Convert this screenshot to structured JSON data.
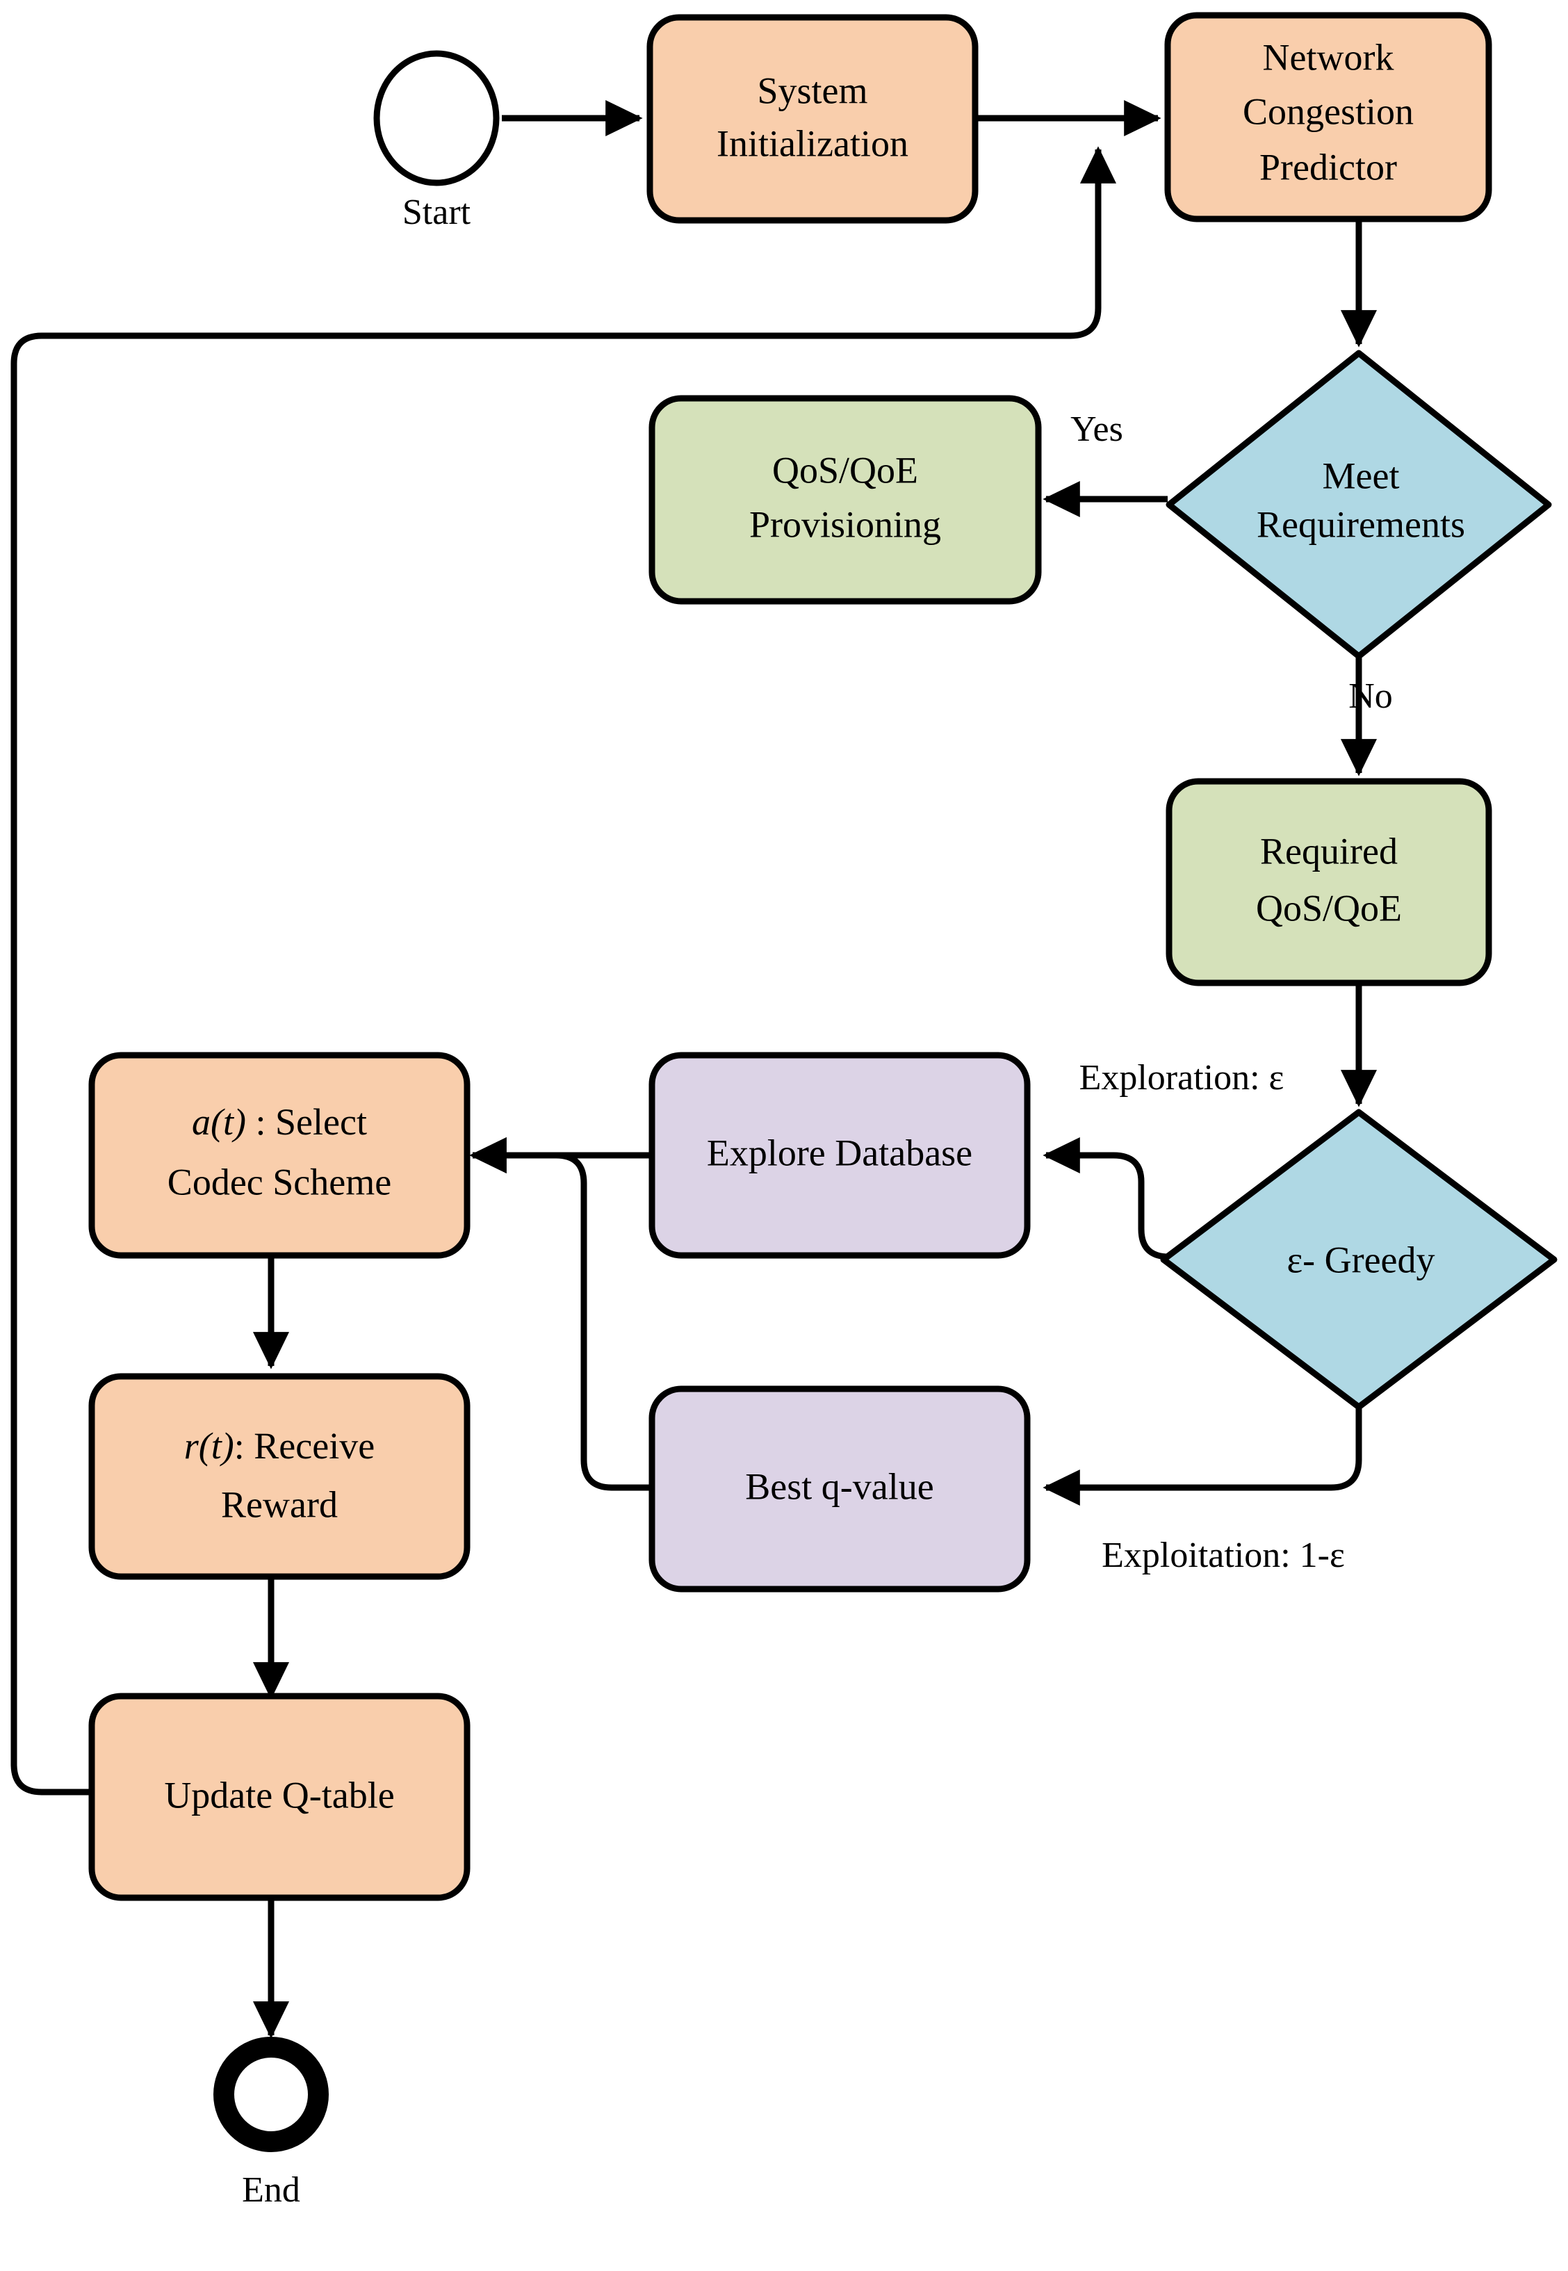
{
  "diagram": {
    "title": "Q-learning based adaptive codec selection flowchart",
    "type": "flowchart",
    "palette": {
      "process_orange": "#F9CEAC",
      "process_green": "#D5E1BA",
      "process_purple": "#DCD3E6",
      "decision_blue": "#AFD8E4",
      "stroke": "#000000",
      "background": "#FFFFFF"
    }
  },
  "nodes": {
    "start": {
      "label": "Start",
      "shape": "circle",
      "kind": "terminator"
    },
    "system_init": {
      "line1": "System",
      "line2": "Initialization",
      "shape": "rounded-rect",
      "color": "process_orange"
    },
    "congestion_predictor": {
      "line1": "Network",
      "line2": "Congestion",
      "line3": "Predictor",
      "shape": "rounded-rect",
      "color": "process_orange"
    },
    "meet_requirements": {
      "line1": "Meet",
      "line2": "Requirements",
      "shape": "diamond",
      "color": "decision_blue"
    },
    "qos_provisioning": {
      "line1": "QoS/QoE",
      "line2": "Provisioning",
      "shape": "rounded-rect",
      "color": "process_green"
    },
    "required_qos": {
      "line1": "Required",
      "line2": "QoS/QoE",
      "shape": "rounded-rect",
      "color": "process_green"
    },
    "eps_greedy": {
      "label": "ε- Greedy",
      "shape": "diamond",
      "color": "decision_blue"
    },
    "explore_database": {
      "label": "Explore Database",
      "shape": "rounded-rect",
      "color": "process_purple"
    },
    "best_q_value": {
      "label": "Best q-value",
      "shape": "rounded-rect",
      "color": "process_purple"
    },
    "select_codec": {
      "line1_math": "a(t)",
      "line1_rest": " : Select",
      "line2": "Codec Scheme",
      "shape": "rounded-rect",
      "color": "process_orange"
    },
    "receive_reward": {
      "line1_math": "r(t)",
      "line1_rest": ": Receive",
      "line2": "Reward",
      "shape": "rounded-rect",
      "color": "process_orange"
    },
    "update_qtable": {
      "label": "Update Q-table",
      "shape": "rounded-rect",
      "color": "process_orange"
    },
    "end": {
      "label": "End",
      "shape": "circle-thick",
      "kind": "terminator"
    }
  },
  "edge_labels": {
    "yes": "Yes",
    "no": "No",
    "exploration": "Exploration: ε",
    "exploitation": "Exploitation: 1-ε"
  },
  "edges": [
    {
      "from": "start",
      "to": "system_init",
      "label": ""
    },
    {
      "from": "system_init",
      "to": "congestion_predictor",
      "label": ""
    },
    {
      "from": "congestion_predictor",
      "to": "meet_requirements",
      "label": ""
    },
    {
      "from": "meet_requirements",
      "to": "qos_provisioning",
      "label": "Yes"
    },
    {
      "from": "meet_requirements",
      "to": "required_qos",
      "label": "No"
    },
    {
      "from": "required_qos",
      "to": "eps_greedy",
      "label": ""
    },
    {
      "from": "eps_greedy",
      "to": "explore_database",
      "label": "Exploration: ε"
    },
    {
      "from": "eps_greedy",
      "to": "best_q_value",
      "label": "Exploitation: 1-ε"
    },
    {
      "from": "explore_database",
      "to": "select_codec",
      "label": ""
    },
    {
      "from": "best_q_value",
      "to": "select_codec",
      "label": ""
    },
    {
      "from": "select_codec",
      "to": "receive_reward",
      "label": ""
    },
    {
      "from": "receive_reward",
      "to": "update_qtable",
      "label": ""
    },
    {
      "from": "update_qtable",
      "to": "end",
      "label": ""
    },
    {
      "from": "update_qtable",
      "to": "congestion_predictor",
      "label": ""
    }
  ]
}
